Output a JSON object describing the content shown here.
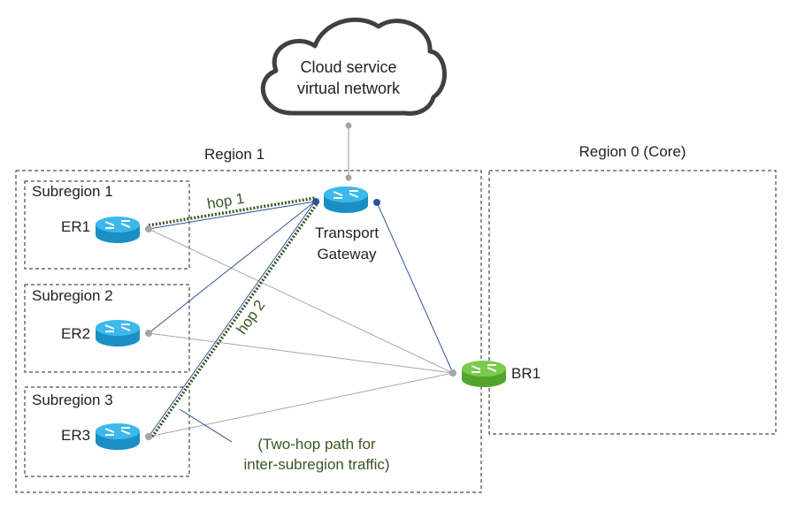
{
  "cloud": {
    "line1": "Cloud service",
    "line2": "virtual network"
  },
  "regions": {
    "region1": "Region 1",
    "region0": "Region 0 (Core)"
  },
  "subregions": [
    "Subregion 1",
    "Subregion 2",
    "Subregion 3"
  ],
  "routers": {
    "er1": "ER1",
    "er2": "ER2",
    "er3": "ER3",
    "br1": "BR1",
    "gateway_line1": "Transport",
    "gateway_line2": "Gateway"
  },
  "hops": {
    "hop1": "hop 1",
    "hop2": "hop 2"
  },
  "note": {
    "line1": "(Two-hop path for",
    "line2": "inter-subregion traffic)"
  },
  "colors": {
    "router_blue": "#1ea7e1",
    "router_green": "#6cbf3f",
    "link_blue": "#2e5597",
    "link_gray": "#a6a6a6",
    "hop_green": "#385723"
  }
}
